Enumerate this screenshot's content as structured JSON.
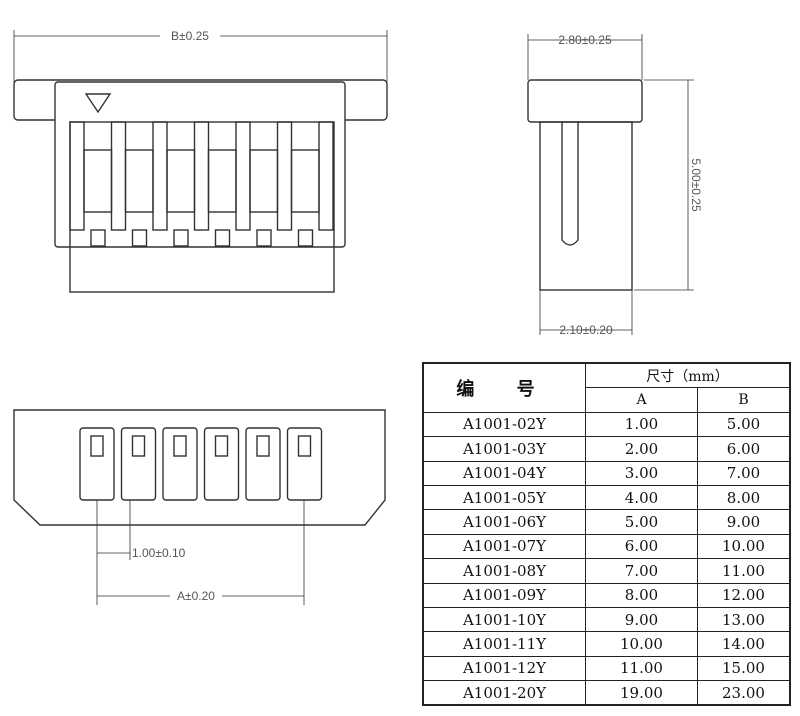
{
  "dimensions": {
    "front_width": "B±0.25",
    "side_width": "2.80±0.25",
    "side_height": "5.00±0.25",
    "side_base": "2.10±0.20",
    "pitch": "1.00±0.10",
    "span": "A±0.20"
  },
  "table": {
    "part_header": "编 号",
    "size_header": "尺寸（mm）",
    "col_a": "A",
    "col_b": "B",
    "rows": [
      {
        "part": "A1001-02Y",
        "a": "1.00",
        "b": "5.00"
      },
      {
        "part": "A1001-03Y",
        "a": "2.00",
        "b": "6.00"
      },
      {
        "part": "A1001-04Y",
        "a": "3.00",
        "b": "7.00"
      },
      {
        "part": "A1001-05Y",
        "a": "4.00",
        "b": "8.00"
      },
      {
        "part": "A1001-06Y",
        "a": "5.00",
        "b": "9.00"
      },
      {
        "part": "A1001-07Y",
        "a": "6.00",
        "b": "10.00"
      },
      {
        "part": "A1001-08Y",
        "a": "7.00",
        "b": "11.00"
      },
      {
        "part": "A1001-09Y",
        "a": "8.00",
        "b": "12.00"
      },
      {
        "part": "A1001-10Y",
        "a": "9.00",
        "b": "13.00"
      },
      {
        "part": "A1001-11Y",
        "a": "10.00",
        "b": "14.00"
      },
      {
        "part": "A1001-12Y",
        "a": "11.00",
        "b": "15.00"
      },
      {
        "part": "A1001-20Y",
        "a": "19.00",
        "b": "23.00"
      }
    ]
  }
}
